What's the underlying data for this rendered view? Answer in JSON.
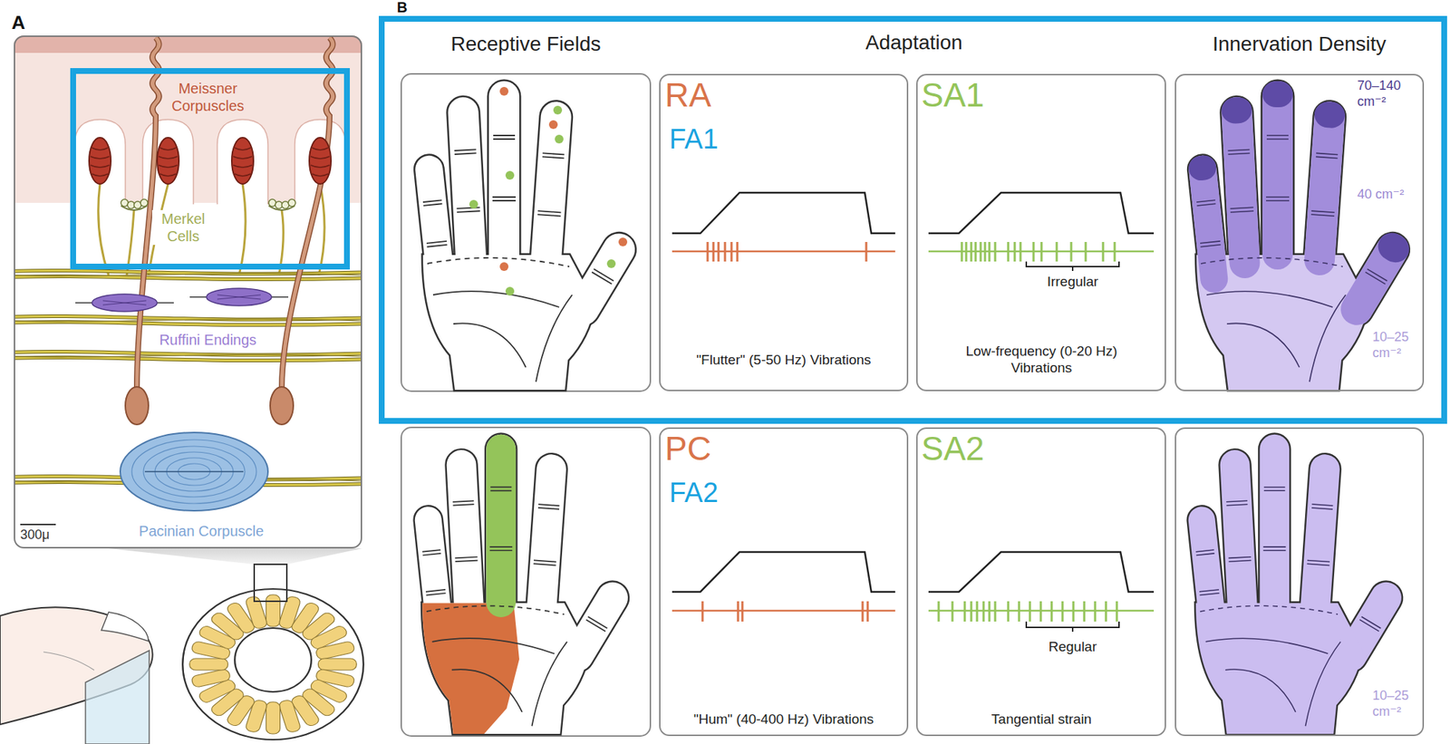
{
  "diagram": {
    "nodes": [
      {
        "text": [
          "Ruffini Endings",
          "Pacinian Corpuscle",
          "300μ"
        ]
      },
      {
        "text": [
          "Meissner Corpuscles",
          "Merkel Cells"
        ],
        "in": 0
      },
      {
        "text": [
          "Receptive Fields",
          "Adaptation",
          "Innervation Density"
        ]
      },
      {
        "text": [
          "RA",
          "FA1",
          "\"Flutter\" (5-50 Hz) Vibrations"
        ],
        "in": 2
      },
      {
        "text": [
          "SA1",
          "Irregular",
          "Low-frequency (0-20 Hz) Vibrations"
        ],
        "in": 2
      },
      {
        "text": [
          "70–140 cm⁻²",
          "40 cm⁻²",
          "10–25 cm⁻²"
        ],
        "in": 2
      },
      {
        "text": [
          "PC",
          "FA2",
          "\"Hum\" (40-400 Hz) Vibrations"
        ]
      },
      {
        "text": [
          "SA2",
          "Regular",
          "Tangential strain"
        ]
      },
      {
        "text": [
          "10–25 cm⁻²"
        ]
      }
    ],
    "labels": [
      "A",
      "B"
    ]
  }
}
